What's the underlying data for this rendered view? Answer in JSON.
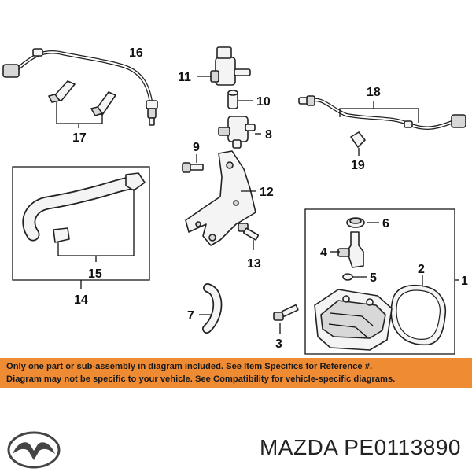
{
  "diagram": {
    "callouts": [
      "1",
      "2",
      "3",
      "4",
      "5",
      "6",
      "7",
      "8",
      "9",
      "10",
      "11",
      "12",
      "13",
      "14",
      "15",
      "16",
      "17",
      "18",
      "19"
    ]
  },
  "notice": {
    "line1": "Only one part or sub-assembly in diagram included. See Item Specifics for Reference #.",
    "line2": "Diagram may not be specific to your vehicle. See Compatibility for vehicle-specific diagrams.",
    "background_color": "#ef8b33"
  },
  "footer": {
    "logo_icon": "mazda-logo-icon",
    "title": "MAZDA PE0113890"
  }
}
